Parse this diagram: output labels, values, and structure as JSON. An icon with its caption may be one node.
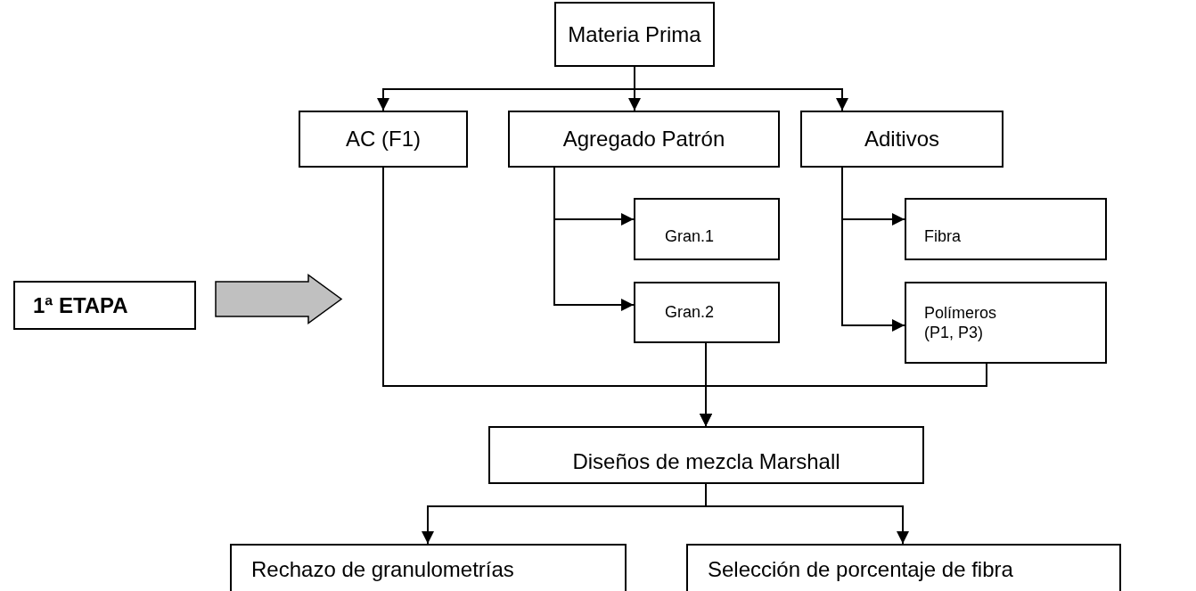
{
  "diagram": {
    "nodes": [
      {
        "text": [
          "Materia Prima"
        ]
      },
      {
        "text": [
          "AC (F1)"
        ]
      },
      {
        "text": [
          "Agregado Patrón"
        ]
      },
      {
        "text": [
          "Aditivos"
        ]
      },
      {
        "text": [
          "Gran.1"
        ]
      },
      {
        "text": [
          "Gran.2"
        ]
      },
      {
        "text": [
          "Fibra"
        ]
      },
      {
        "text": [
          "Polímeros (P1, P3)"
        ]
      },
      {
        "text": [
          "Diseños de mezcla Marshall"
        ]
      },
      {
        "text": [
          "Rechazo de granulometrías"
        ]
      },
      {
        "text": [
          "Selección de porcentaje de fibra"
        ]
      },
      {
        "text": [
          "1ª ETAPA"
        ]
      }
    ],
    "edges": [
      {
        "from": 0,
        "to": 1,
        "arrow": "to"
      },
      {
        "from": 0,
        "to": 2,
        "arrow": "to"
      },
      {
        "from": 0,
        "to": 3,
        "arrow": "to"
      },
      {
        "from": 2,
        "to": 4,
        "arrow": "to"
      },
      {
        "from": 2,
        "to": 5,
        "arrow": "to"
      },
      {
        "from": 3,
        "to": 6,
        "arrow": "to"
      },
      {
        "from": 3,
        "to": 7,
        "arrow": "to"
      },
      {
        "from": 1,
        "to": 8,
        "arrow": "to"
      },
      {
        "from": 5,
        "to": 8,
        "arrow": "to"
      },
      {
        "from": 7,
        "to": 8,
        "arrow": "to"
      },
      {
        "from": 8,
        "to": 9,
        "arrow": "to"
      },
      {
        "from": 8,
        "to": 10,
        "arrow": "to"
      },
      {
        "from": 11,
        "to": null,
        "arrow": "to",
        "color": "#c0c0c0"
      }
    ]
  }
}
